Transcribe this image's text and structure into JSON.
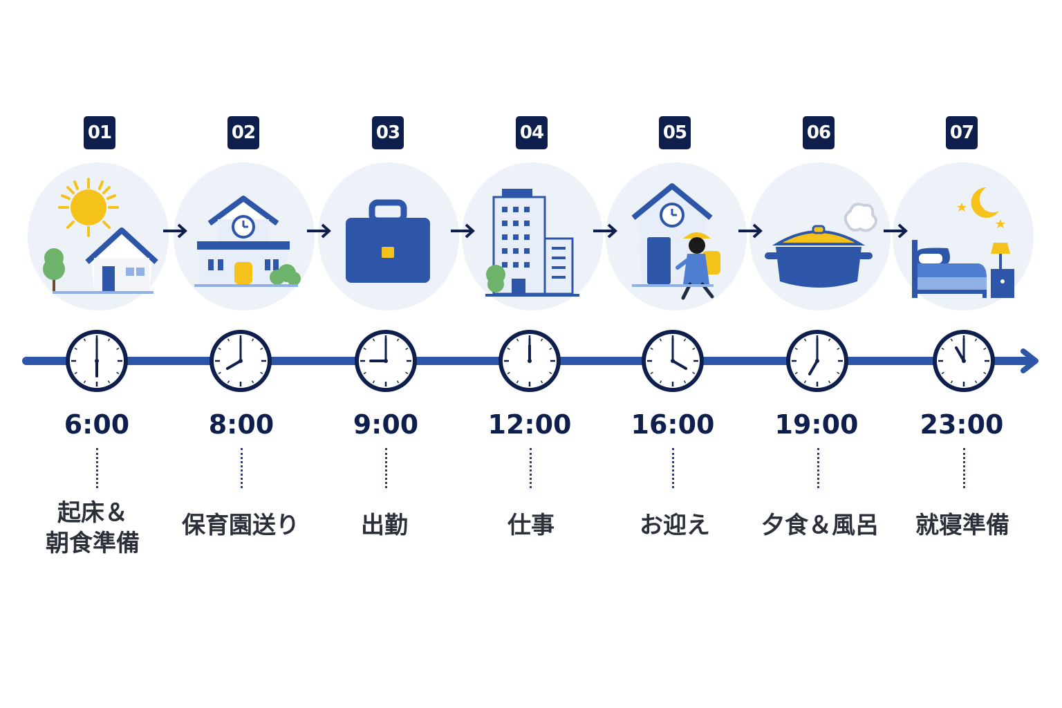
{
  "colors": {
    "navy": "#0f1f4d",
    "blue": "#2d56a8",
    "light_blue": "#8fb1e6",
    "circle_bg": "#edf1f8",
    "yellow": "#f5c21b",
    "green": "#6db36b"
  },
  "steps": [
    {
      "number": "01",
      "time": "6:00",
      "label_lines": [
        "起床＆",
        "朝食準備"
      ],
      "icon": "sunrise-house-icon"
    },
    {
      "number": "02",
      "time": "8:00",
      "label_lines": [
        "保育園送り"
      ],
      "icon": "nursery-school-icon"
    },
    {
      "number": "03",
      "time": "9:00",
      "label_lines": [
        "出勤"
      ],
      "icon": "briefcase-icon"
    },
    {
      "number": "04",
      "time": "12:00",
      "label_lines": [
        "仕事"
      ],
      "icon": "office-building-icon"
    },
    {
      "number": "05",
      "time": "16:00",
      "label_lines": [
        "お迎え"
      ],
      "icon": "child-pickup-icon"
    },
    {
      "number": "06",
      "time": "19:00",
      "label_lines": [
        "夕食＆風呂"
      ],
      "icon": "cooking-pot-icon"
    },
    {
      "number": "07",
      "time": "23:00",
      "label_lines": [
        "就寝準備"
      ],
      "icon": "bed-night-icon"
    }
  ]
}
